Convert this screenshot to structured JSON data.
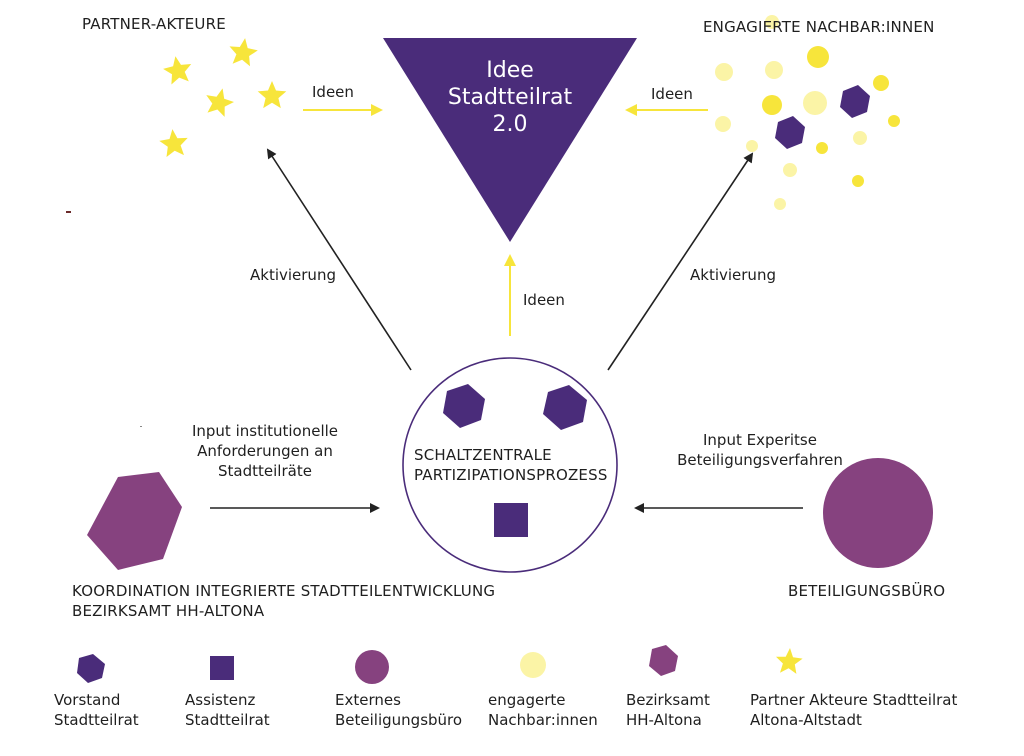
{
  "colors": {
    "purple": "#4a2c7a",
    "magenta": "#86427f",
    "yellow": "#f7e53b",
    "pale_yellow": "#fbf4a6",
    "black": "#222222"
  },
  "idea_box": {
    "line1": "Idee",
    "line2": "Stadtteilrat",
    "line3": "2.0"
  },
  "groups": {
    "partners": "PARTNER-AKTEURE",
    "neighbours": "ENGAGIERTE NACHBAR:INNEN",
    "coordination_line1": "KOORDINATION INTEGRIERTE STADTTEILENTWICKLUNG",
    "coordination_line2": "BEZIRKSAMT HH-ALTONA",
    "office": "BETEILIGUNGSBÜRO"
  },
  "hub": {
    "line1": "SCHALTZENTRALE",
    "line2": "PARTIZIPATIONSPROZESS"
  },
  "arrows": {
    "ideas_left": "Ideen",
    "ideas_right": "Ideen",
    "ideas_center": "Ideen",
    "activation_left": "Aktivierung",
    "activation_right": "Aktivierung",
    "input_left_line1": "Input institutionelle",
    "input_left_line2": "Anforderungen an",
    "input_left_line3": "Stadtteilräte",
    "input_right_line1": "Input Experitse",
    "input_right_line2": "Beteiligungsverfahren"
  },
  "legend": [
    {
      "shape": "hexagon-icon",
      "line1": "Vorstand",
      "line2": "Stadtteilrat"
    },
    {
      "shape": "square-icon",
      "line1": "Assistenz",
      "line2": "Stadtteilrat"
    },
    {
      "shape": "circle-icon",
      "line1": "Externes",
      "line2": "Beteiligungsbüro"
    },
    {
      "shape": "circle-icon",
      "line1": "engagerte",
      "line2": "Nachbar:innen"
    },
    {
      "shape": "hexagon-icon",
      "line1": "Bezirksamt",
      "line2": "HH-Altona"
    },
    {
      "shape": "star-icon",
      "line1": "Partner Akteure Stadtteilrat",
      "line2": "Altona-Altstadt"
    }
  ]
}
